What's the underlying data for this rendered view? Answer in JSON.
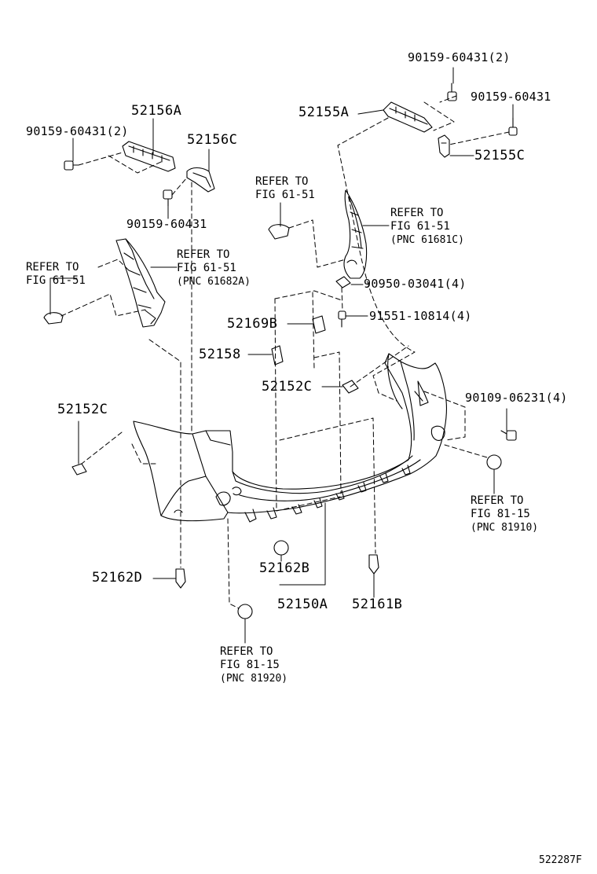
{
  "callouts": {
    "p_90159_60431_2_top": "90159-60431(2)",
    "p_90159_60431_right": "90159-60431",
    "p_52155A": "52155A",
    "p_52155C": "52155C",
    "p_52156A": "52156A",
    "p_90159_60431_2_left": "90159-60431(2)",
    "p_52156C": "52156C",
    "p_90159_60431_mid": "90159-60431",
    "p_90950_03041": "90950-03041(4)",
    "p_91551_10814": "91551-10814(4)",
    "p_52169B": "52169B",
    "p_52158": "52158",
    "p_52152C_center": "52152C",
    "p_90109_06231": "90109-06231(4)",
    "p_52152C_left": "52152C",
    "p_52162D": "52162D",
    "p_52162B": "52162B",
    "p_52150A": "52150A",
    "p_52161B": "52161B"
  },
  "references": {
    "ref_fig_61_51_top": {
      "line1": "REFER TO",
      "line2": "FIG 61-51"
    },
    "ref_fig_61_51_right": {
      "line1": "REFER TO",
      "line2": "FIG 61-51",
      "line3": "(PNC 61681C)"
    },
    "ref_fig_61_51_left": {
      "line1": "REFER TO",
      "line2": "FIG 61-51"
    },
    "ref_fig_61_51_center": {
      "line1": "REFER TO",
      "line2": "FIG 61-51",
      "line3": "(PNC 61682A)"
    },
    "ref_fig_81_15_right": {
      "line1": "REFER TO",
      "line2": "FIG 81-15",
      "line3": "(PNC 81910)"
    },
    "ref_fig_81_15_bottom": {
      "line1": "REFER TO",
      "line2": "FIG 81-15",
      "line3": "(PNC 81920)"
    }
  },
  "diagram_id": "522287F"
}
